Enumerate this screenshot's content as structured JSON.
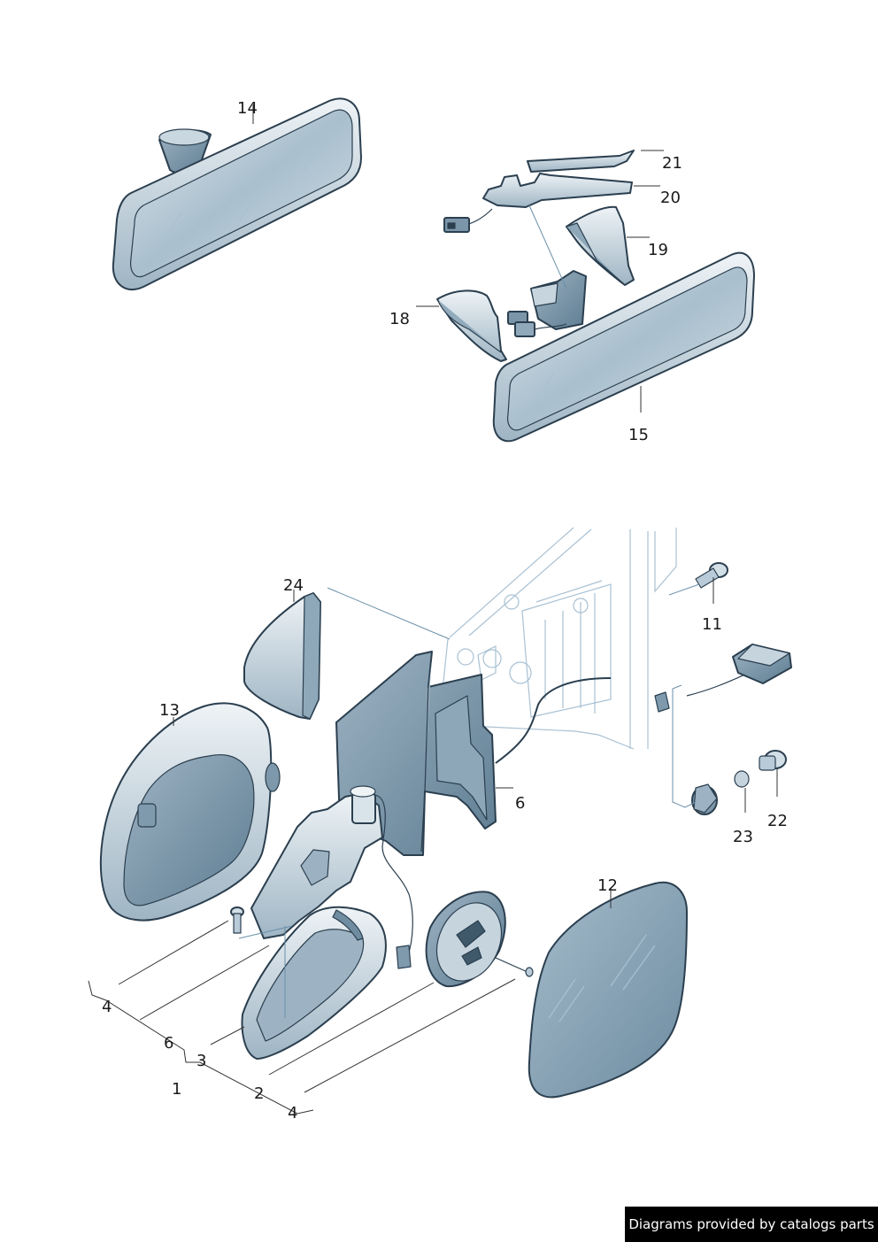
{
  "callouts": {
    "c1": "1",
    "c2": "2",
    "c3": "3",
    "c4a": "4",
    "c4b": "4",
    "c6a": "6",
    "c6b": "6",
    "c11": "11",
    "c12": "12",
    "c13": "13",
    "c14": "14",
    "c15": "15",
    "c18": "18",
    "c19": "19",
    "c20": "20",
    "c21": "21",
    "c22": "22",
    "c23": "23",
    "c24": "24"
  },
  "credit": "Diagrams provided by catalogs parts",
  "colors": {
    "part_fill": "#b9cbd8",
    "part_dark": "#7d98ab",
    "outline": "#2b3f4f",
    "glass": "#a7bdcc"
  }
}
